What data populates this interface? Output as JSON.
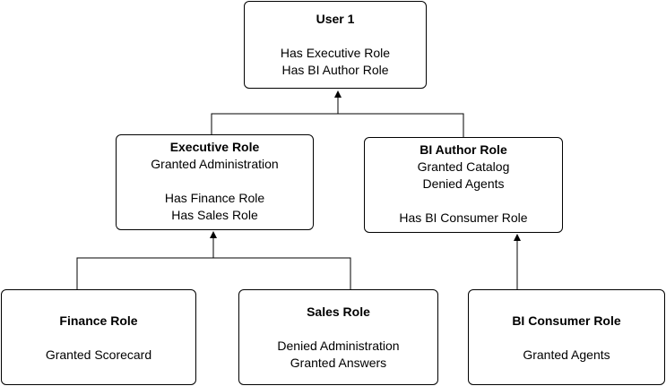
{
  "boxes": {
    "user1": {
      "title": "User 1",
      "lines": [
        "Has Executive Role",
        "Has BI Author Role"
      ]
    },
    "executive": {
      "title": "Executive Role",
      "lines": [
        "Granted Administration",
        "Has Finance Role",
        "Has Sales Role"
      ]
    },
    "bi_author": {
      "title": "BI Author Role",
      "lines": [
        "Granted Catalog",
        "Denied Agents",
        "Has BI Consumer Role"
      ]
    },
    "finance": {
      "title": "Finance Role",
      "lines": [
        "Granted Scorecard"
      ]
    },
    "sales": {
      "title": "Sales Role",
      "lines": [
        "Denied Administration",
        "Granted Answers"
      ]
    },
    "bi_consumer": {
      "title": "BI Consumer Role",
      "lines": [
        "Granted Agents"
      ]
    }
  },
  "colors": {
    "line": "#000000",
    "background": "#ffffff"
  }
}
